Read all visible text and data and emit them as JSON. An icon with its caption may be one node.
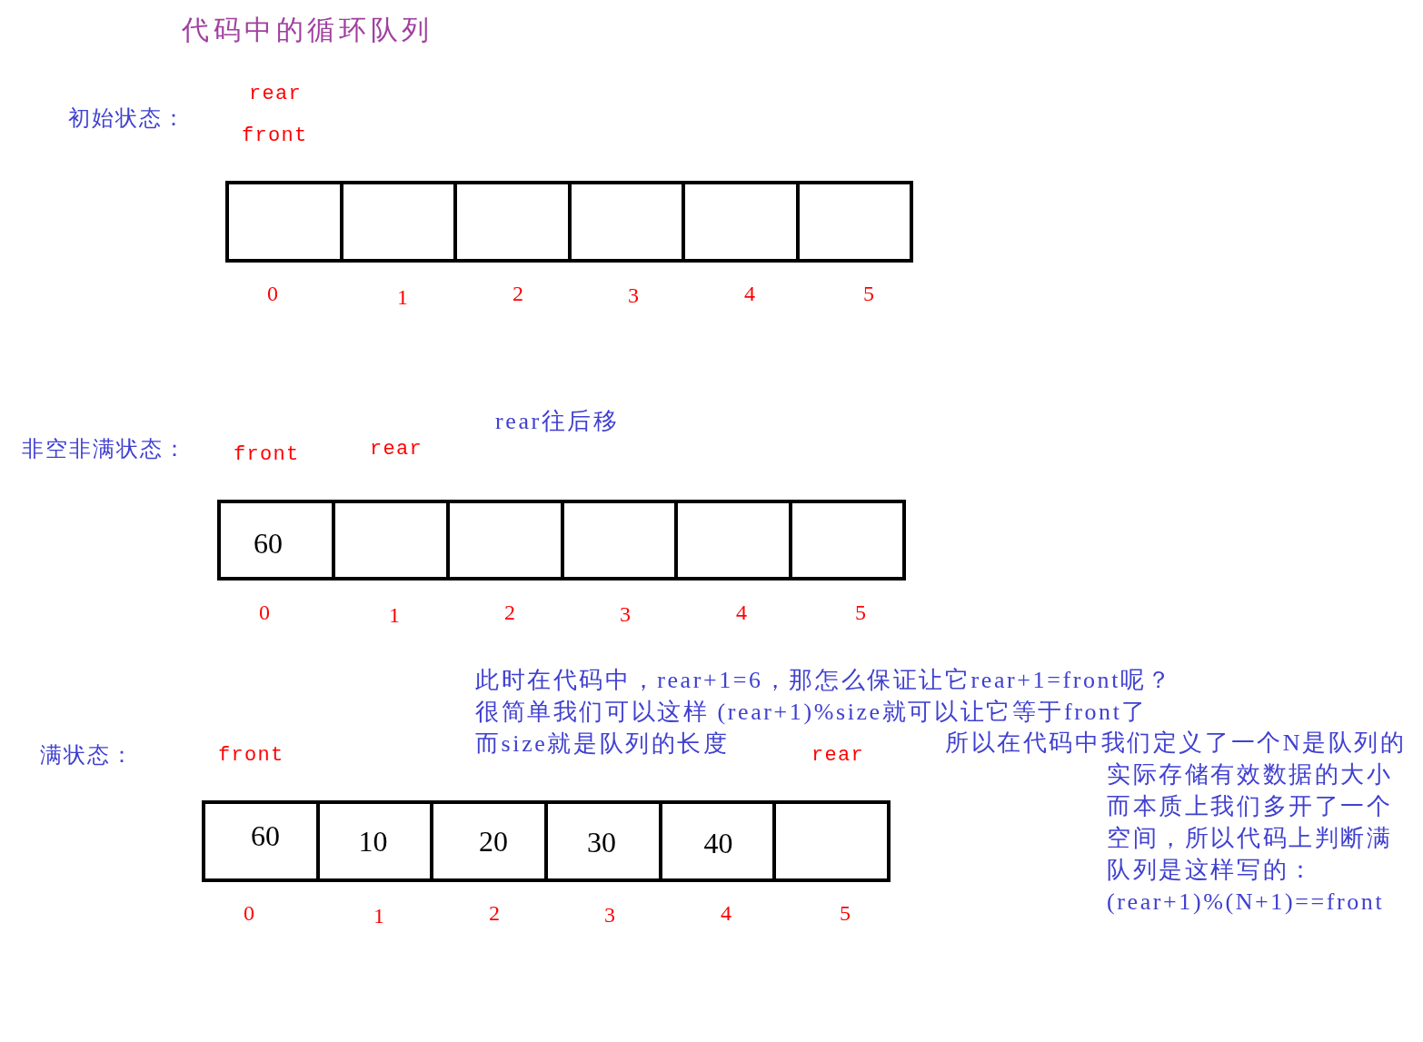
{
  "diagram": {
    "title": "代码中的循环队列",
    "nodes": [
      {
        "text": [],
        "shape": "box",
        "beside": [
          "0"
        ]
      },
      {
        "text": [],
        "shape": "box",
        "beside": [
          "1"
        ]
      },
      {
        "text": [],
        "shape": "box",
        "beside": [
          "2"
        ]
      },
      {
        "text": [],
        "shape": "box",
        "beside": [
          "3"
        ]
      },
      {
        "text": [],
        "shape": "box",
        "beside": [
          "4"
        ]
      },
      {
        "text": [],
        "shape": "box",
        "beside": [
          "5"
        ]
      },
      {
        "text": [
          "60"
        ],
        "beside": [
          "0"
        ]
      },
      {
        "text": [],
        "shape": "box",
        "beside": [
          "1"
        ]
      },
      {
        "text": [],
        "shape": "box",
        "beside": [
          "2"
        ]
      },
      {
        "text": [],
        "shape": "box",
        "beside": [
          "3"
        ]
      },
      {
        "text": [],
        "shape": "box",
        "beside": [
          "4"
        ]
      },
      {
        "text": [],
        "shape": "box",
        "beside": [
          "5"
        ]
      },
      {
        "text": [
          "60"
        ],
        "beside": [
          "0"
        ]
      },
      {
        "text": [
          "10"
        ],
        "beside": [
          "1"
        ]
      },
      {
        "text": [
          "20"
        ],
        "beside": [
          "2"
        ]
      },
      {
        "text": [
          "30"
        ],
        "beside": [
          "3"
        ]
      },
      {
        "text": [
          "40"
        ],
        "beside": [
          "4"
        ]
      },
      {
        "text": [],
        "shape": "box",
        "beside": [
          "5"
        ]
      }
    ],
    "labels": [
      "rear",
      "初始状态：",
      "front",
      "rear往后移",
      "非空非满状态：",
      "front",
      "rear",
      "此时在代码中，rear+1=6，那怎么保证让它rear+1=front呢？",
      "很简单我们可以这样 (rear+1)%size就可以让它等于front了",
      "满状态：",
      "front",
      "而size就是队列的长度",
      "rear",
      "所以在代码中我们定义了一个N是队列的实际存储有效数据的大小而本质上我们多开了一个空间，所以代码上判断满队列是这样写的：(rear+1)%(N+1)==front"
    ]
  }
}
